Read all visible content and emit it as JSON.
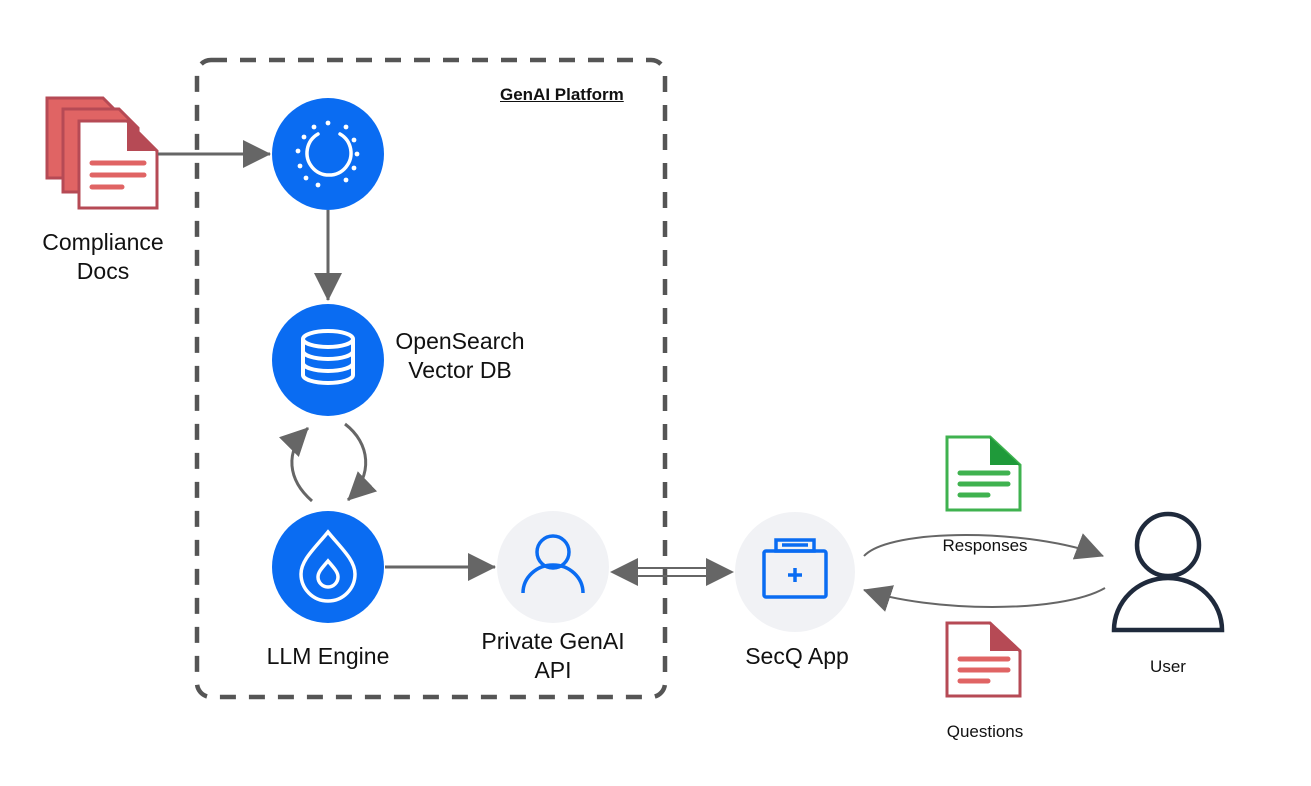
{
  "platform": {
    "title": "GenAI Platform"
  },
  "nodes": {
    "compliance_docs": {
      "label_line1": "Compliance",
      "label_line2": "Docs",
      "icon": "document-stack-icon"
    },
    "ingestion": {
      "icon": "ingestion-circle-icon"
    },
    "vector_db": {
      "label_line1": "OpenSearch",
      "label_line2": "Vector DB",
      "icon": "database-icon"
    },
    "llm_engine": {
      "label": "LLM Engine",
      "icon": "droplet-icon"
    },
    "private_api": {
      "label_line1": "Private GenAI",
      "label_line2": "API",
      "icon": "person-icon"
    },
    "secq_app": {
      "label": "SecQ App",
      "icon": "medical-kit-icon"
    },
    "user": {
      "label": "User",
      "icon": "user-icon"
    }
  },
  "flows": {
    "responses": {
      "label": "Responses",
      "icon": "document-icon"
    },
    "questions": {
      "label": "Questions",
      "icon": "document-icon"
    }
  },
  "colors": {
    "blue": "#0a6cf2",
    "light_circle": "#f1f2f5",
    "red_doc": "#e06464",
    "red_doc_dark": "#b64a55",
    "green_doc": "#3fb24f",
    "green_doc_dark": "#1f9a3a",
    "arrow": "#666666",
    "user_stroke": "#1f2a3c"
  }
}
